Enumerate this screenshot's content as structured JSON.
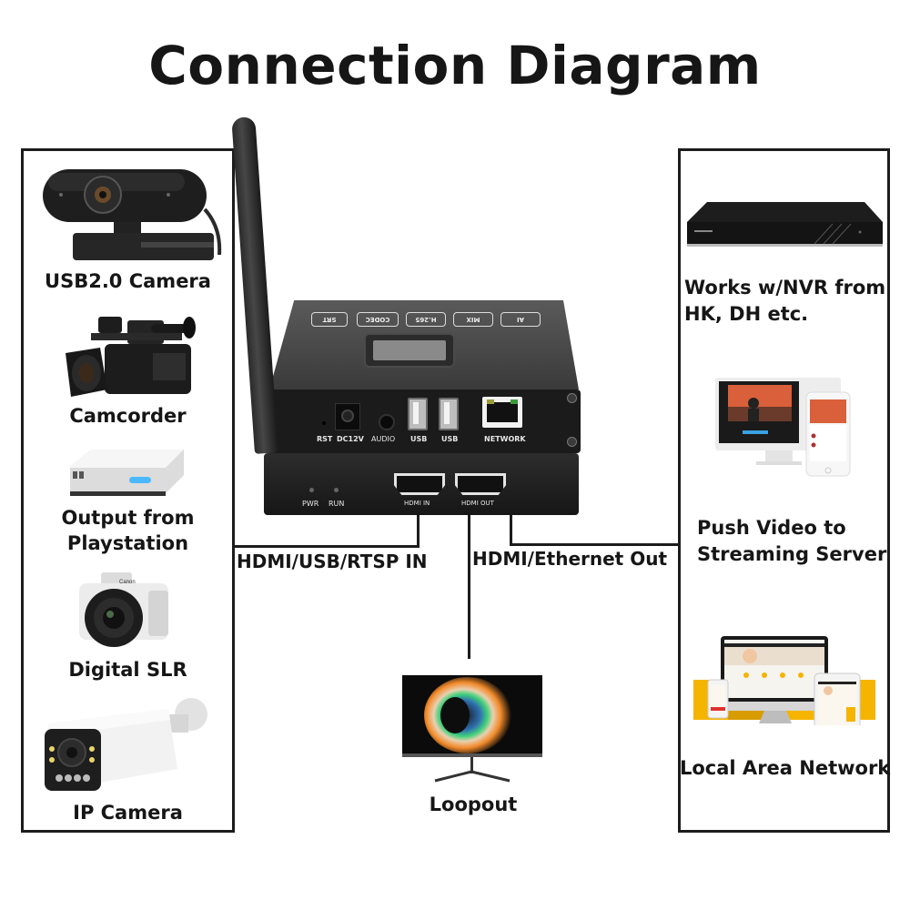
{
  "title": "Connection Diagram",
  "left_panel": {
    "items": [
      {
        "label": "USB2.0 Camera",
        "icon": "webcam-icon"
      },
      {
        "label": "Camcorder",
        "icon": "camcorder-icon"
      },
      {
        "label_line1": "Output from",
        "label_line2": "Playstation",
        "icon": "game-console-icon"
      },
      {
        "label": "Digital SLR",
        "icon": "dslr-camera-icon"
      },
      {
        "label": "IP Camera",
        "icon": "ip-bullet-camera-icon"
      }
    ]
  },
  "right_panel": {
    "items": [
      {
        "label_line1": "Works w/NVR from",
        "label_line2": "HK, DH etc.",
        "icon": "nvr-recorder-icon"
      },
      {
        "label_line1": "Push Video to",
        "label_line2": "Streaming Server",
        "icon": "streaming-screens-icon"
      },
      {
        "label": "Local Area Network",
        "icon": "lan-devices-icon"
      }
    ]
  },
  "connections": {
    "input_label": "HDMI/USB/RTSP IN",
    "output_label": "HDMI/Ethernet Out",
    "loopout_label": "Loopout"
  },
  "device": {
    "top_buttons": [
      "SRT",
      "CODEC",
      "H.265",
      "MIX",
      "AI"
    ],
    "rear_ports": [
      "RST",
      "DC12V",
      "AUDIO",
      "USB",
      "USB",
      "NETWORK"
    ],
    "front_leds": [
      "PWR",
      "RUN"
    ],
    "front_ports": [
      "HDMI IN",
      "HDMI OUT"
    ]
  },
  "colors": {
    "text": "#161616",
    "border": "#1c1c1c",
    "device_body": "#1b1b1b",
    "lan_accent": "#f5b400"
  }
}
